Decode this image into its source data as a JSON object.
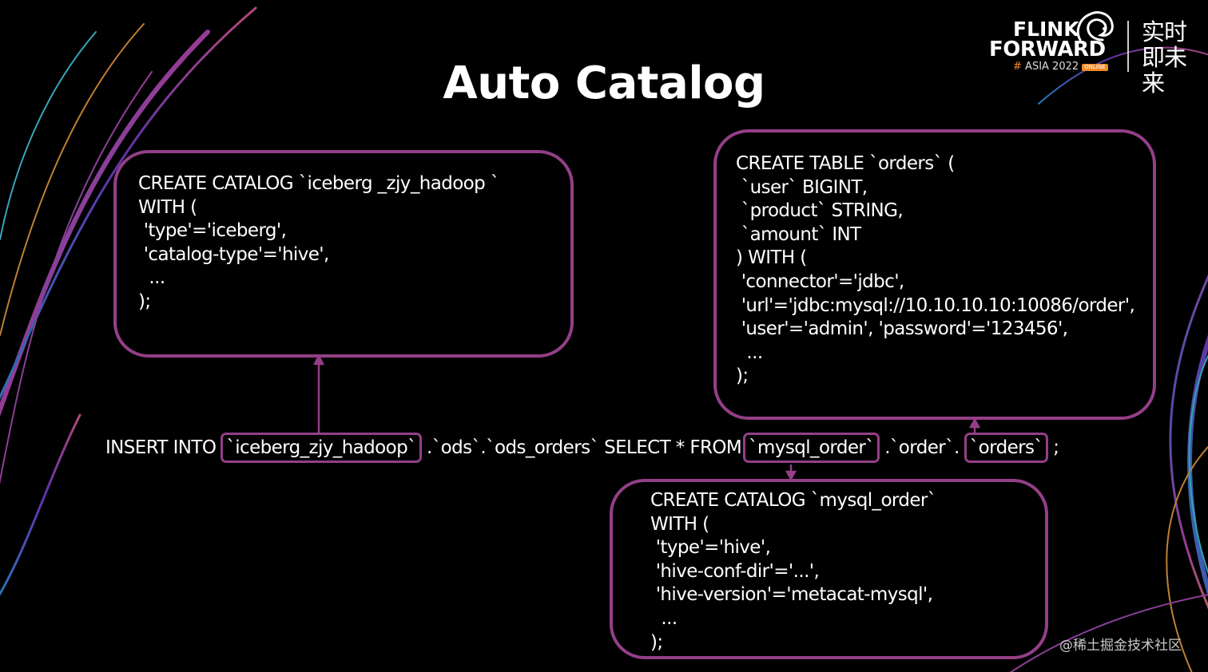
{
  "slide": {
    "title": "Auto Catalog",
    "watermark": "@稀土掘金技术社区",
    "accent_color": "#933f86"
  },
  "logo": {
    "line1": "FLINK",
    "line2": "FORWARD",
    "hash": "#",
    "sub": "ASIA 2022",
    "badge": "ONLINE",
    "cn": "实时即未来",
    "icon": "squirrel-icon"
  },
  "boxes": {
    "iceberg_catalog": "CREATE CATALOG `iceberg _zjy_hadoop `\nWITH (\n 'type'='iceberg',\n 'catalog-type'='hive',\n  ...\n);",
    "orders_table": "CREATE TABLE `orders` (\n `user` BIGINT,\n `product` STRING,\n `amount` INT\n) WITH (\n 'connector'='jdbc',\n 'url'='jdbc:mysql://10.10.10.10:10086/order',\n 'user'='admin', 'password'='123456',\n  ...\n);",
    "mysql_catalog": "CREATE CATALOG `mysql_order`\nWITH (\n 'type'='hive',\n 'hive-conf-dir'='...',\n 'hive-version'='metacat-mysql',\n  ...\n);"
  },
  "insert": {
    "prefix": "INSERT INTO",
    "catalog1": "`iceberg_zjy_hadoop`",
    "middle": ".`ods`.`ods_orders` SELECT * FROM",
    "catalog2": "`mysql_order`",
    "db": ".`order`.",
    "table": "`orders`",
    "suffix": ";"
  }
}
